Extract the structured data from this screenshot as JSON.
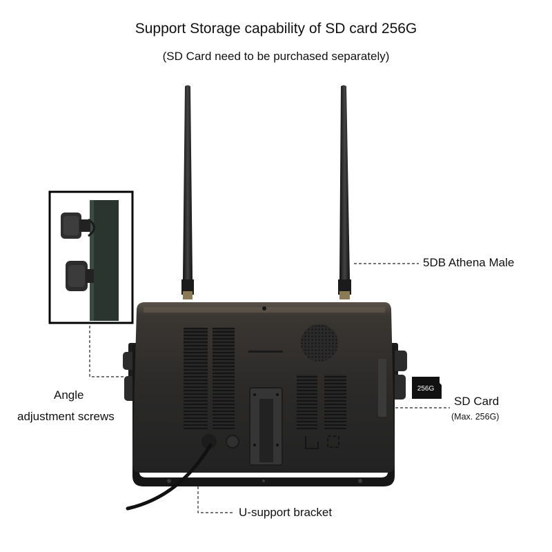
{
  "header": {
    "title": "Support Storage capability of SD card 256G",
    "subtitle": "(SD Card need to be purchased separately)"
  },
  "callouts": {
    "antenna": "5DB Athena Male",
    "angle_line1": "Angle",
    "angle_line2": "adjustment screws",
    "sd_card": "SD Card",
    "sd_card_max": "(Max. 256G)",
    "bracket": "U-support bracket"
  },
  "sd_card_chip": {
    "label": "256G"
  },
  "colors": {
    "housing": "#2a2a2a",
    "housing_top": "#4a4540",
    "bracket": "#1a1a1a",
    "callout_line": "#222222",
    "background": "#ffffff"
  }
}
